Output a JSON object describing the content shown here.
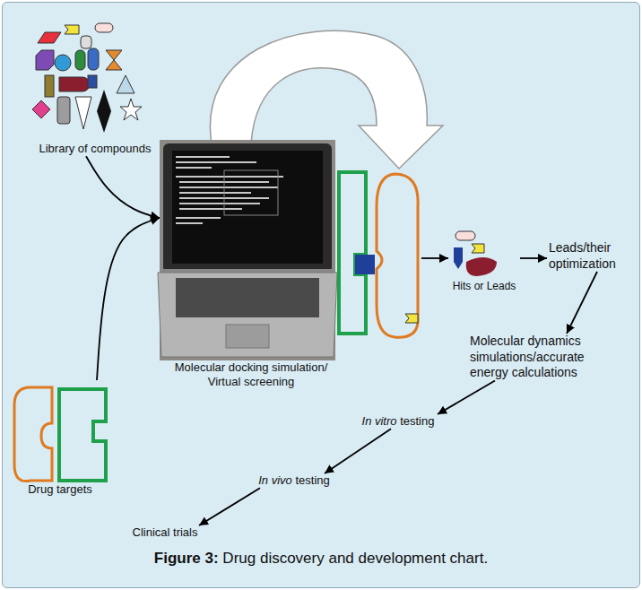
{
  "diagram": {
    "caption": "Figure 3: Drug discovery and development chart.",
    "nodes": [
      {
        "text": [
          "Library of compounds"
        ]
      },
      {
        "text": [
          "Molecular docking simulation/ Virtual screening"
        ]
      },
      {
        "text": [
          "Drug targets"
        ]
      },
      {
        "text": [
          "Hits or Leads"
        ]
      },
      {
        "text": [
          "Leads/their optimization"
        ]
      },
      {
        "text": [
          "Molecular dynamics simulations/accurate energy calculations"
        ]
      },
      {
        "text": [
          "In vitro testing"
        ]
      },
      {
        "text": [
          "In vivo testing"
        ]
      },
      {
        "text": [
          "Clinical trials"
        ]
      }
    ],
    "edges": [
      {
        "from": 0,
        "to": 1,
        "arrow": "to"
      },
      {
        "from": 2,
        "to": 1,
        "arrow": "to"
      },
      {
        "from": 1,
        "to": 3,
        "arrow": "to"
      },
      {
        "from": 3,
        "to": 4,
        "arrow": "to"
      },
      {
        "from": 4,
        "to": 5,
        "arrow": "to"
      },
      {
        "from": 5,
        "to": 6,
        "arrow": "to"
      },
      {
        "from": 6,
        "to": 7,
        "arrow": "to"
      },
      {
        "from": 7,
        "to": 8,
        "arrow": "to"
      }
    ]
  }
}
